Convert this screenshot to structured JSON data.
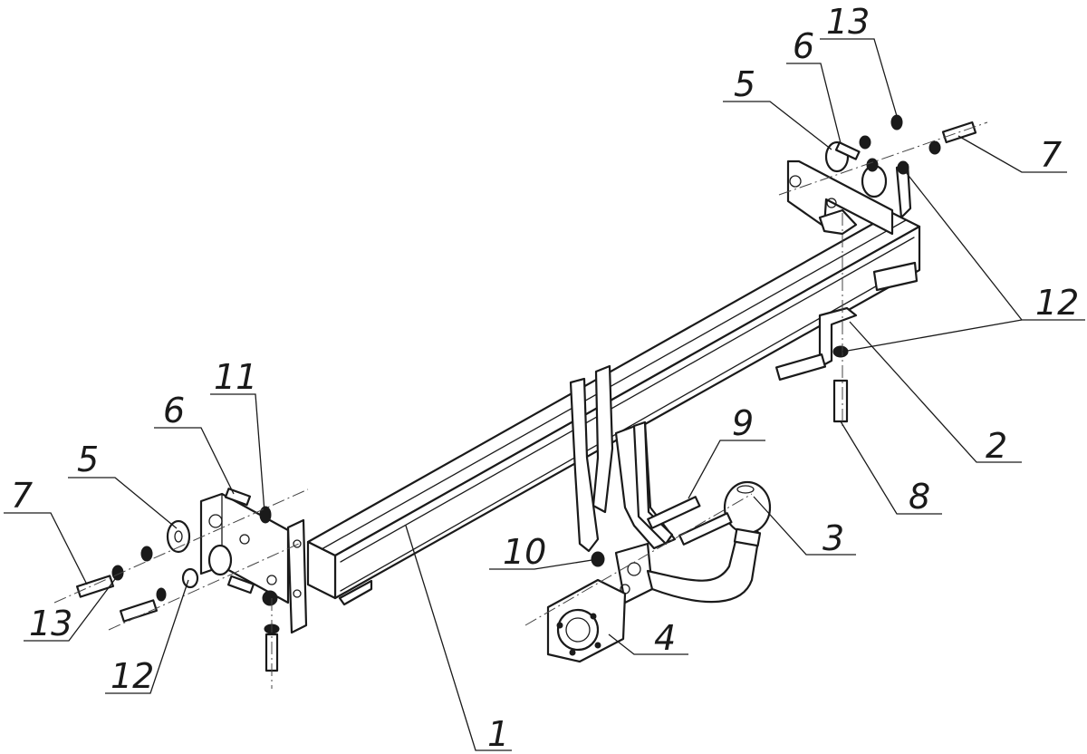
{
  "callouts": {
    "c1": "1",
    "c2": "2",
    "c3": "3",
    "c4": "4",
    "c5_left": "5",
    "c5_right": "5",
    "c6_left": "6",
    "c6_right": "6",
    "c7_left": "7",
    "c7_right": "7",
    "c8": "8",
    "c9": "9",
    "c10": "10",
    "c11": "11",
    "c12_left": "12",
    "c12_right": "12",
    "c13_left": "13",
    "c13_right": "13"
  }
}
